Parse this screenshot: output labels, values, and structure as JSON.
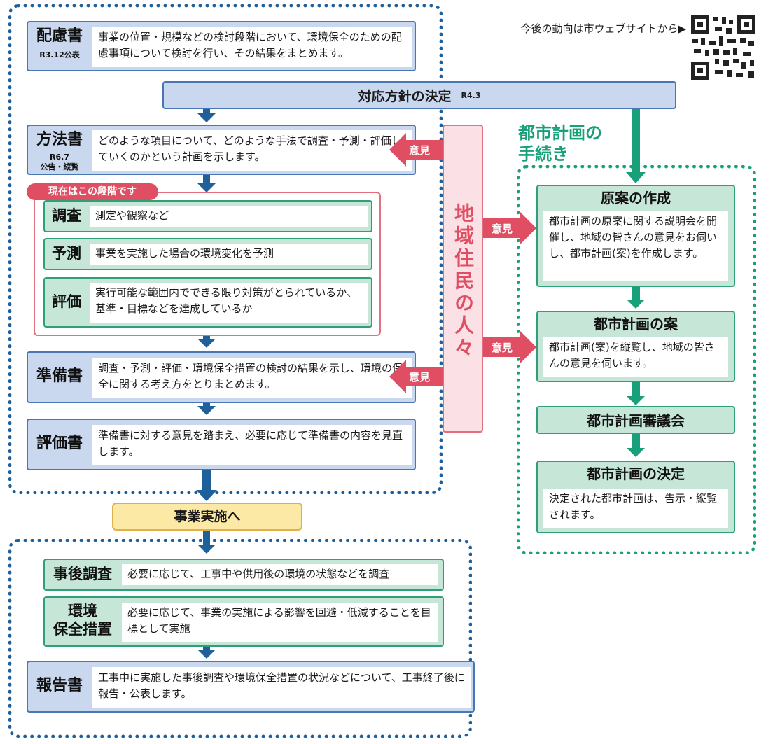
{
  "qr": {
    "text": "今後の動向は市ウェブサイトから▶"
  },
  "hairyosho": {
    "title": "配慮書",
    "date": "R3.12公表",
    "desc": "事業の位置・規模などの検討段階において、環境保全のための配慮事項について検討を行い、その結果をまとめます。"
  },
  "taiou": {
    "title": "対応方針の決定",
    "date": "R4.3"
  },
  "hohosho": {
    "title": "方法書",
    "date": "R6.7",
    "note": "公告・縦覧",
    "desc": "どのような項目について、どのような手法で調査・予測・評価していくのかという計画を示します。"
  },
  "current_stage": "現在はこの段階です",
  "chosa": {
    "title": "調査",
    "desc": "測定や観察など"
  },
  "yosoku": {
    "title": "予測",
    "desc": "事業を実施した場合の環境変化を予測"
  },
  "hyoka": {
    "title": "評価",
    "desc": "実行可能な範囲内でできる限り対策がとられているか、基準・目標などを達成しているか"
  },
  "junbisho": {
    "title": "準備書",
    "desc": "調査・予測・評価・環境保全措置の検討の結果を示し、環境の保全に関する考え方をとりまとめます。"
  },
  "hyokasho": {
    "title": "評価書",
    "desc": "準備書に対する意見を踏まえ、必要に応じて準備書の内容を見直します。"
  },
  "jigyo": {
    "title": "事業実施へ"
  },
  "jigochosa": {
    "title": "事後調査",
    "desc": "必要に応じて、工事中や供用後の環境の状態などを調査"
  },
  "hozen": {
    "title_line1": "環境",
    "title_line2": "保全措置",
    "desc": "必要に応じて、事業の実施による影響を回避・低減することを目標として実施"
  },
  "hokokusho": {
    "title": "報告書",
    "desc": "工事中に実施した事後調査や環境保全措置の状況などについて、工事終了後に報告・公表します。"
  },
  "residents": {
    "label": "地域住民の人々"
  },
  "opinion": "意見",
  "city": {
    "header_line1": "都市計画の",
    "header_line2": "手続き",
    "gen_an": {
      "title": "原案の作成",
      "desc": "都市計画の原案に関する説明会を開催し、地域の皆さんの意見をお伺いし、都市計画(案)を作成します。"
    },
    "an": {
      "title": "都市計画の案",
      "desc": "都市計画(案)を縦覧し、地域の皆さんの意見を伺います。"
    },
    "council": {
      "title": "都市計画審議会"
    },
    "decision": {
      "title": "都市計画の決定",
      "desc": "決定された都市計画は、告示・縦覧されます。"
    }
  }
}
